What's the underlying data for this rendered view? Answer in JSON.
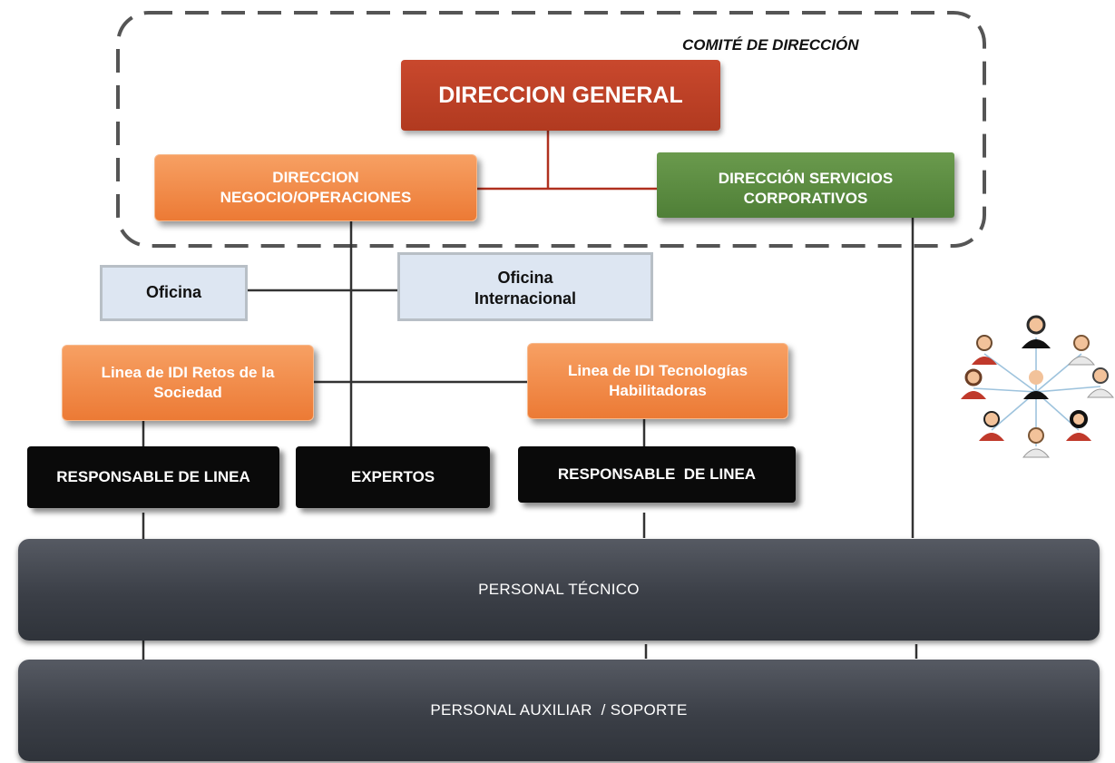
{
  "committee": {
    "label": "COMITÉ DE DIRECCIÓN"
  },
  "nodes": {
    "direccion_general": "DIRECCION GENERAL",
    "direccion_negocio": "DIRECCION NEGOCIO/OPERACIONES",
    "direccion_servicios": "DIRECCIÓN SERVICIOS CORPORATIVOS",
    "oficina": "Oficina",
    "oficina_internacional": "Oficina Internacional",
    "linea_retos": "Linea de IDI Retos de la Sociedad",
    "linea_tecnologias": "Linea de IDI Tecnologías Habilitadoras",
    "responsable_linea_1": "RESPONSABLE DE LINEA",
    "expertos": "EXPERTOS",
    "responsable_linea_2": "RESPONSABLE  DE LINEA",
    "personal_tecnico": "PERSONAL TÉCNICO",
    "personal_auxiliar": "PERSONAL AUXILIAR  / SOPORTE"
  },
  "colors": {
    "direccion_general": "#b93e22",
    "orange_nodes": "#ee7f3b",
    "servicios_corporativos": "#5a8a40",
    "office_fill": "#dde6f2",
    "black_nodes": "#0a0a0a",
    "staff_bands": "#3d4149",
    "connector_red": "#b0301f",
    "connector_dark": "#333333"
  },
  "decorations": {
    "people_network_icon": "team-network-icon"
  }
}
